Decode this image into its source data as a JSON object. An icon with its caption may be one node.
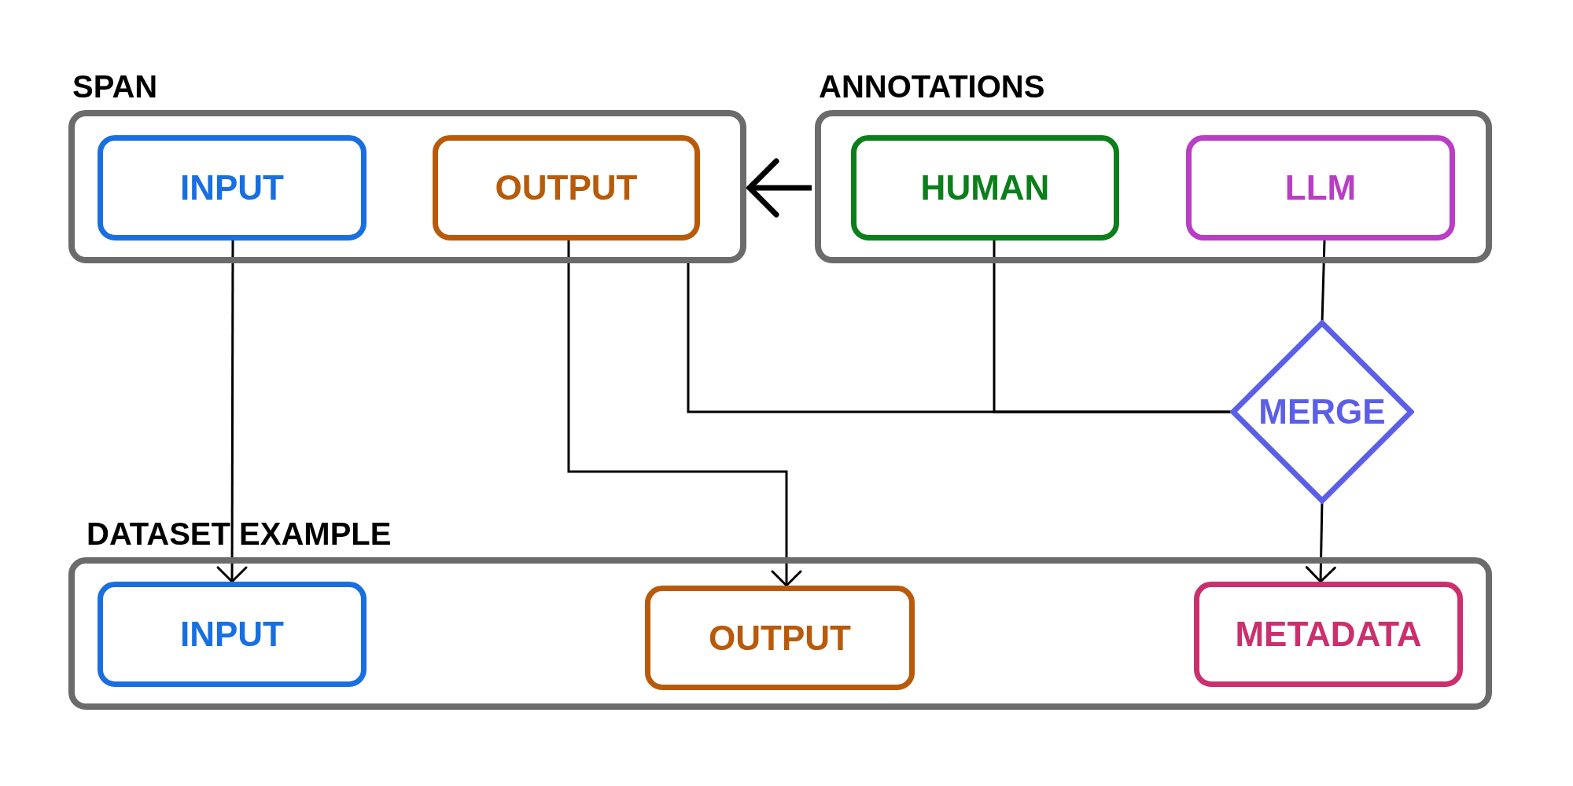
{
  "diagram": {
    "nodes": [
      {
        "text": [
          "SPAN"
        ]
      },
      {
        "text": [
          "INPUT"
        ],
        "in": 0
      },
      {
        "text": [
          "OUTPUT"
        ],
        "in": 0
      },
      {
        "text": [
          "ANNOTATIONS"
        ]
      },
      {
        "text": [
          "HUMAN"
        ],
        "in": 3
      },
      {
        "text": [
          "LLM"
        ],
        "in": 3
      },
      {
        "text": [
          "MERGE"
        ]
      },
      {
        "text": [
          "DATASET EXAMPLE"
        ]
      },
      {
        "text": [
          "INPUT"
        ],
        "in": 7
      },
      {
        "text": [
          "OUTPUT"
        ],
        "in": 7
      },
      {
        "text": [
          "METADATA"
        ],
        "in": 7
      }
    ],
    "edges": [
      {
        "from": 3,
        "to": 0,
        "arrow": "to",
        "style": "thick"
      },
      {
        "from": 1,
        "to": 8,
        "arrow": "to"
      },
      {
        "from": 2,
        "to": 9,
        "arrow": "to"
      },
      {
        "from": 0,
        "to": 6,
        "arrow": "none"
      },
      {
        "from": 4,
        "to": 6,
        "arrow": "none"
      },
      {
        "from": 5,
        "to": 6,
        "arrow": "none"
      },
      {
        "from": 6,
        "to": 10,
        "arrow": "to"
      }
    ]
  }
}
